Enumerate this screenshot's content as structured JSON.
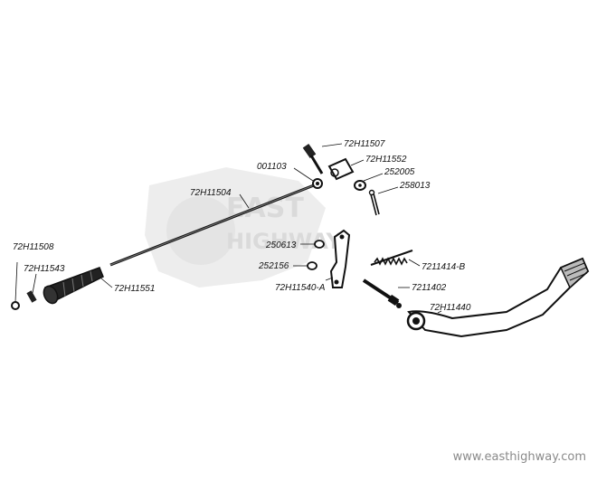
{
  "parts": [
    {
      "id": "p1",
      "label": "72H11507"
    },
    {
      "id": "p2",
      "label": "72H11552"
    },
    {
      "id": "p3",
      "label": "001103"
    },
    {
      "id": "p4",
      "label": "252005"
    },
    {
      "id": "p5",
      "label": "258013"
    },
    {
      "id": "p6",
      "label": "72H11504"
    },
    {
      "id": "p7",
      "label": "250613"
    },
    {
      "id": "p8",
      "label": "252156"
    },
    {
      "id": "p9",
      "label": "72H11540-A"
    },
    {
      "id": "p10",
      "label": "7211414-B"
    },
    {
      "id": "p11",
      "label": "7211402"
    },
    {
      "id": "p12",
      "label": "72H11440"
    },
    {
      "id": "p13",
      "label": "72H11508"
    },
    {
      "id": "p14",
      "label": "72H11543"
    },
    {
      "id": "p15",
      "label": "72H11551"
    }
  ],
  "watermark": {
    "logo_text_top": "EAST",
    "logo_text_bottom": "HIGHWAY",
    "url": "www.easthighway.com"
  }
}
